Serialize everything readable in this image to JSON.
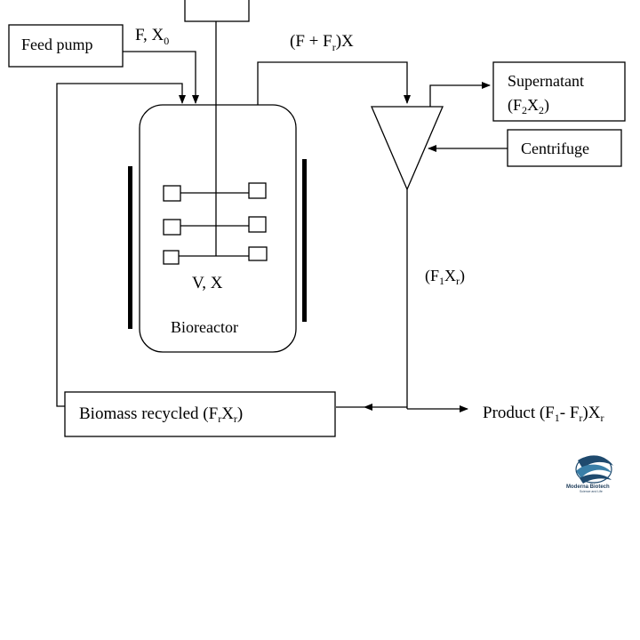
{
  "labels": {
    "feed_pump": "Feed pump",
    "feed_flow": "F, X",
    "feed_flow_sub": "0",
    "outlet_flow_a": "(F + F",
    "outlet_flow_sub": "r",
    "outlet_flow_b": ")X",
    "supernatant": "Supernatant",
    "supernatant_flow_a": "(F",
    "supernatant_flow_sub1": "2",
    "supernatant_flow_b": "X",
    "supernatant_flow_sub2": "2",
    "supernatant_flow_c": ")",
    "centrifuge": "Centrifuge",
    "underflow_a": "(F",
    "underflow_sub1": "1",
    "underflow_b": "X",
    "underflow_sub2": "r",
    "underflow_c": ")",
    "reactor_state": "V, X",
    "bioreactor": "Bioreactor",
    "recycle_a": "Biomass recycled (F",
    "recycle_sub1": "r",
    "recycle_b": "X",
    "recycle_sub2": "r",
    "recycle_c": ")",
    "product_a": "Product (F",
    "product_sub1": "1",
    "product_b": "- F",
    "product_sub2": "r",
    "product_c": ")X",
    "product_sub3": "r"
  },
  "logo": {
    "name": "Moderna Biotech",
    "tagline": "Science and Life"
  },
  "colors": {
    "line": "#000000",
    "logo_primary": "#1f4a6e",
    "logo_accent": "#3a7fa8"
  }
}
